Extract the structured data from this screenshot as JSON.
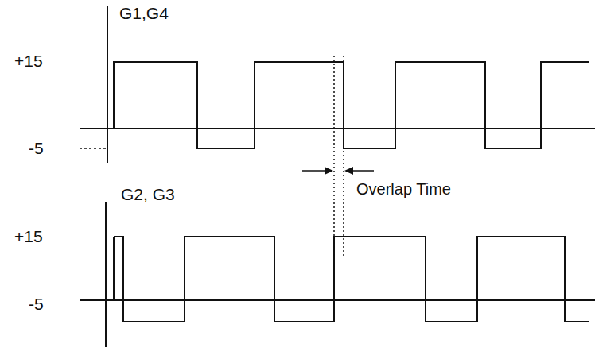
{
  "diagram": {
    "labels": [
      "G1,G4",
      "+15",
      "-5",
      "Overlap Time",
      "G2, G3",
      "+15",
      "-5"
    ]
  }
}
